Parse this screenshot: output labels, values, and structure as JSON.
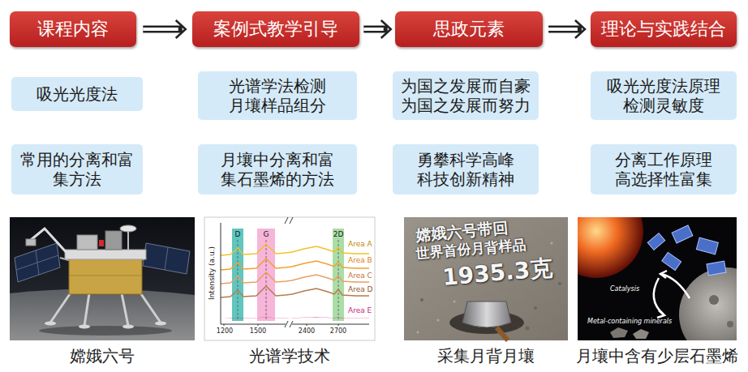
{
  "diagram": {
    "nodes": [
      {
        "text": [
          "课程内容"
        ]
      },
      {
        "text": [
          "案例式教学引导"
        ]
      },
      {
        "text": [
          "思政元素"
        ]
      },
      {
        "text": [
          "理论与实践结合"
        ]
      },
      {
        "text": [
          "吸光光度法"
        ]
      },
      {
        "text": [
          "光谱学法检测 月壤样品组分"
        ]
      },
      {
        "text": [
          "为国之发展而自豪 为国之发展而努力"
        ]
      },
      {
        "text": [
          "吸光光度法原理 检测灵敏度"
        ]
      },
      {
        "text": [
          "常用的分离和富集方法"
        ]
      },
      {
        "text": [
          "月壤中分离和富集石墨烯的方法"
        ]
      },
      {
        "text": [
          "勇攀科学高峰 科技创新精神"
        ]
      },
      {
        "text": [
          "分离工作原理 高选择性富集"
        ]
      }
    ],
    "edges": [
      {
        "from": 0,
        "to": 1,
        "arrow": "to"
      },
      {
        "from": 1,
        "to": 2,
        "arrow": "to"
      },
      {
        "from": 2,
        "to": 3,
        "arrow": "to"
      }
    ],
    "labels": [
      "嫦娥六号",
      "Intensity (a.u.)",
      "Area A",
      "Area B",
      "Area C",
      "Area D",
      "Area E",
      "D",
      "G",
      "2D",
      "1200",
      "1500",
      "2400",
      "2700",
      "光谱学技术",
      "嫦娥六号带回",
      "世界首份月背样品",
      "1935.3克",
      "采集月背月壤",
      "Catalysis",
      "Metal-containing minerals",
      "月壤中含有少层石墨烯"
    ]
  }
}
